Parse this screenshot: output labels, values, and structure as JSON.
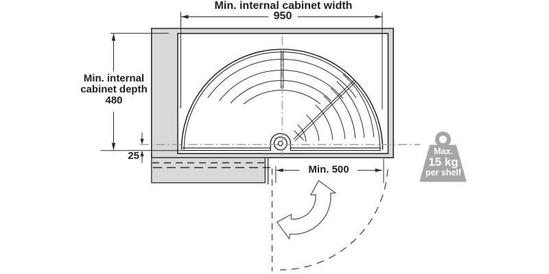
{
  "diagram": {
    "type": "installation-dimension-drawing",
    "subject": "semicircular swivel shelf in corner cabinet (top view)",
    "dimensions": {
      "cabinet_width": {
        "label": "Min. internal cabinet width",
        "value": "950"
      },
      "cabinet_depth": {
        "label_line1": "Min. internal",
        "label_line2": "cabinet depth",
        "value": "480"
      },
      "front_offset": {
        "value": "25"
      },
      "door_clearance": {
        "value": "Min. 500"
      }
    },
    "weight_badge": {
      "line1": "Max.",
      "line2": "15 kg",
      "line3": "per shelf"
    },
    "colors": {
      "line": "#2b2a2c",
      "wall_fill": "#d9d9da",
      "centerline": "#9fa0a2",
      "dashed_swing": "#39393b",
      "weight_fill": "#a6a6a8",
      "text": "#221f20",
      "weight_text": "#ffffff"
    }
  }
}
